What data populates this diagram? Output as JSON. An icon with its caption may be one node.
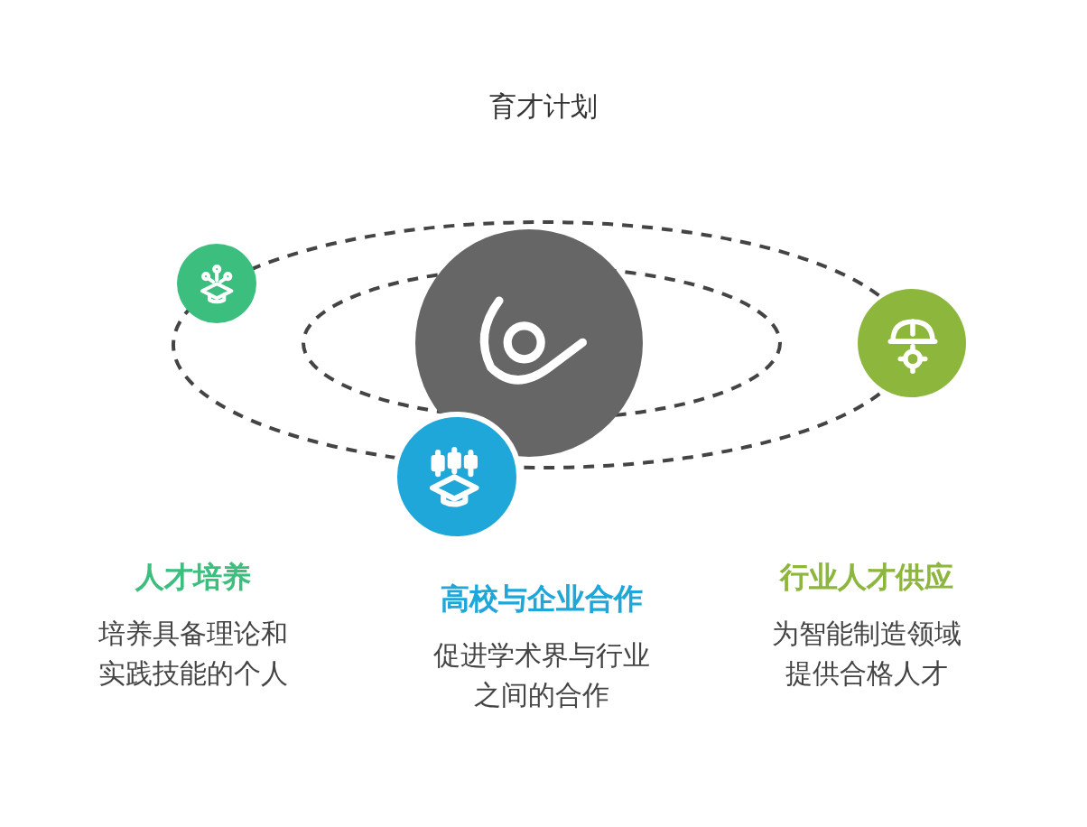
{
  "diagram": {
    "title": "育才计划",
    "nodes": [
      {
        "text": [],
        "shape": "circle",
        "beside": [
          "人才培养",
          "培养具备理论和实践技能的个人"
        ]
      },
      {
        "text": [],
        "shape": "circle"
      },
      {
        "text": [],
        "shape": "circle",
        "beside": [
          "高校与企业合作",
          "促进学术界与行业之间的合作"
        ]
      },
      {
        "text": [],
        "shape": "circle",
        "beside": [
          "行业人才供应",
          "为智能制造领域提供合格人才"
        ]
      }
    ],
    "edges": []
  }
}
